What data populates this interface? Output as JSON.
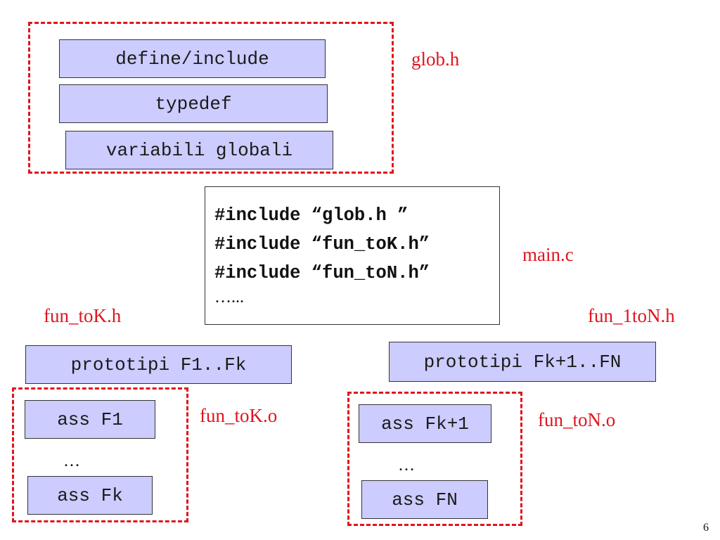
{
  "header_group": {
    "items": [
      "define/include",
      "typedef",
      "variabili globali"
    ],
    "file_label": "glob.h"
  },
  "main_file": {
    "lines": [
      "#include “glob.h ”",
      "#include “fun_toK.h”",
      "#include “fun_toN.h”"
    ],
    "trailing": "…...",
    "file_label": "main.c"
  },
  "left_module": {
    "header_label": "fun_toK.h",
    "prototypes": "prototipi F1..Fk",
    "object_label": "fun_toK.o",
    "first": "ass F1",
    "ellipsis": "…",
    "last": "ass Fk"
  },
  "right_module": {
    "header_label": "fun_1toN.h",
    "prototypes": "prototipi Fk+1..FN",
    "object_label": "fun_toN.o",
    "first": "ass Fk+1",
    "ellipsis": "…",
    "last": "ass FN"
  },
  "page_number": "6",
  "colors": {
    "accent_red": "#e0141e",
    "box_fill": "#ccccff",
    "box_border": "#333333"
  }
}
